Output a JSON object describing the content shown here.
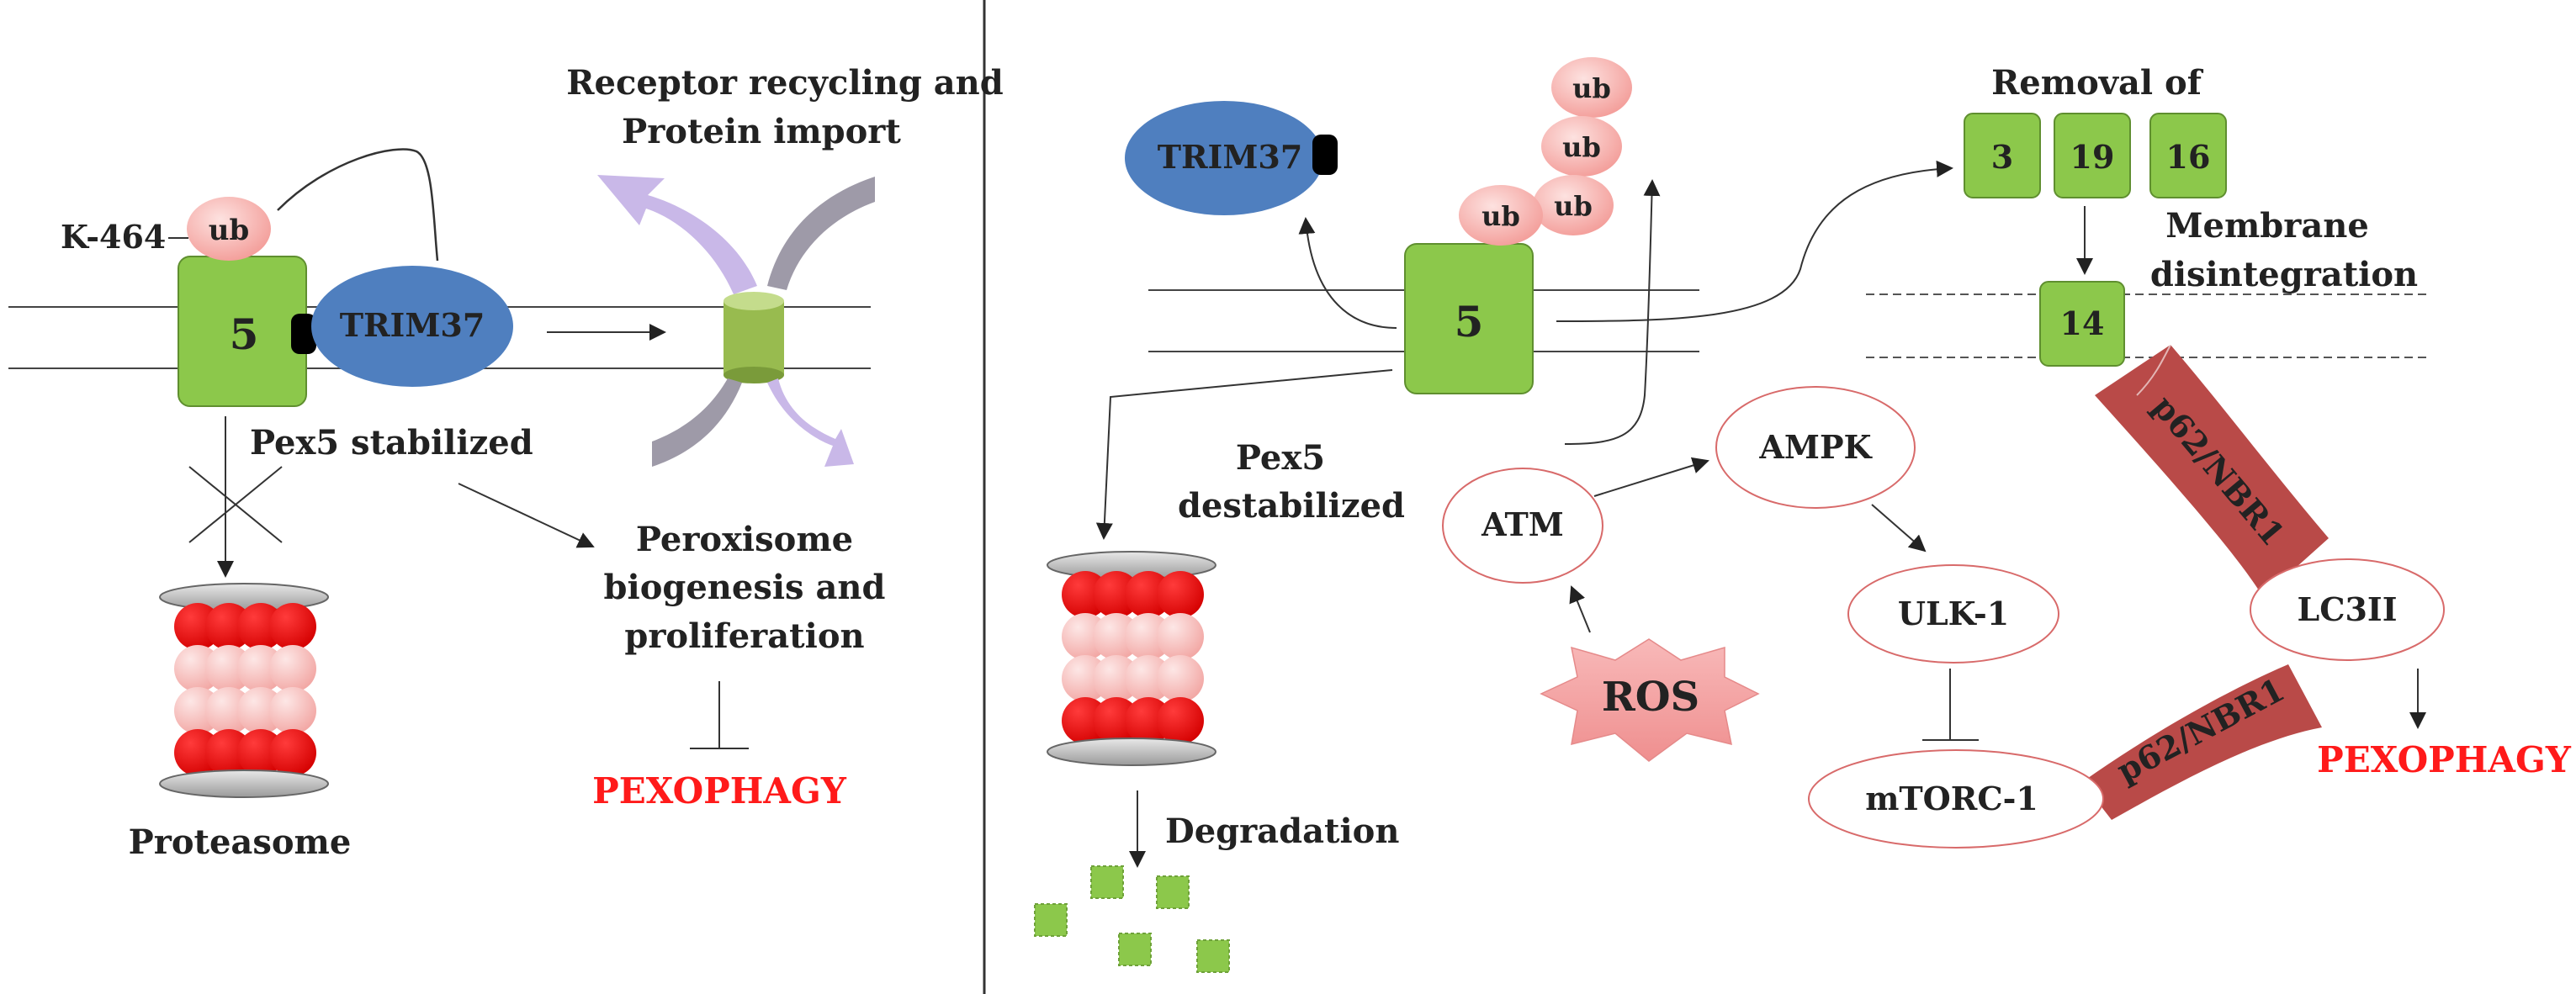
{
  "left_panel": {
    "k464": "K-464",
    "ub": "ub",
    "pex5_number": "5",
    "trim37": "TRIM37",
    "title_line1": "Receptor recycling and",
    "title_line2": "Protein import",
    "pex5_stabilized": "Pex5 stabilized",
    "peroxisome_line1": "Peroxisome",
    "peroxisome_line2": "biogenesis and",
    "peroxisome_line3": "proliferation",
    "pexophagy": "PEXOPHAGY",
    "proteasome": "Proteasome"
  },
  "right_panel": {
    "trim37": "TRIM37",
    "ub": "ub",
    "pex5_number": "5",
    "removal_of": "Removal of",
    "pex_boxes": [
      "3",
      "19",
      "16"
    ],
    "membrane_line1": "Membrane",
    "membrane_line2": "disintegration",
    "pex14": "14",
    "p62_nbr1": "p62/NBR1",
    "pex5_destabilized_line1": "Pex5",
    "pex5_destabilized_line2": "destabilized",
    "atm": "ATM",
    "ampk": "AMPK",
    "ulk1": "ULK-1",
    "mtorc1": "mTORC-1",
    "lc3ii": "LC3II",
    "ros": "ROS",
    "pexophagy": "PEXOPHAGY",
    "degradation": "Degradation"
  },
  "colors": {
    "green": "#8cc84b",
    "blue": "#4f7fbf",
    "ub_pink": "#f7b6b3",
    "proteasome_red": "#ff0000",
    "band": "#b94a48",
    "arrow_purple": "#c9b8e8",
    "arrow_gray": "#9e9aa8",
    "ros_fill": "#f4a3a3",
    "pexophagy_red": "#ff1a1a"
  }
}
